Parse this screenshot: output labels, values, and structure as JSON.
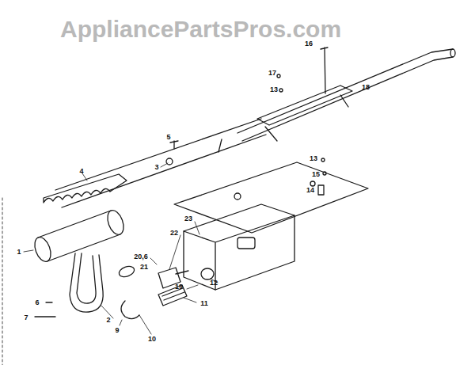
{
  "diagram": {
    "labels": [
      "AppliancePartsPros.com",
      "16",
      "17",
      "13",
      "18",
      "5",
      "3",
      "4",
      "13",
      "15",
      "14",
      "23",
      "22",
      "20,6",
      "21",
      "1",
      "19",
      "12",
      "11",
      "6",
      "7",
      "9",
      "10",
      "2"
    ]
  }
}
